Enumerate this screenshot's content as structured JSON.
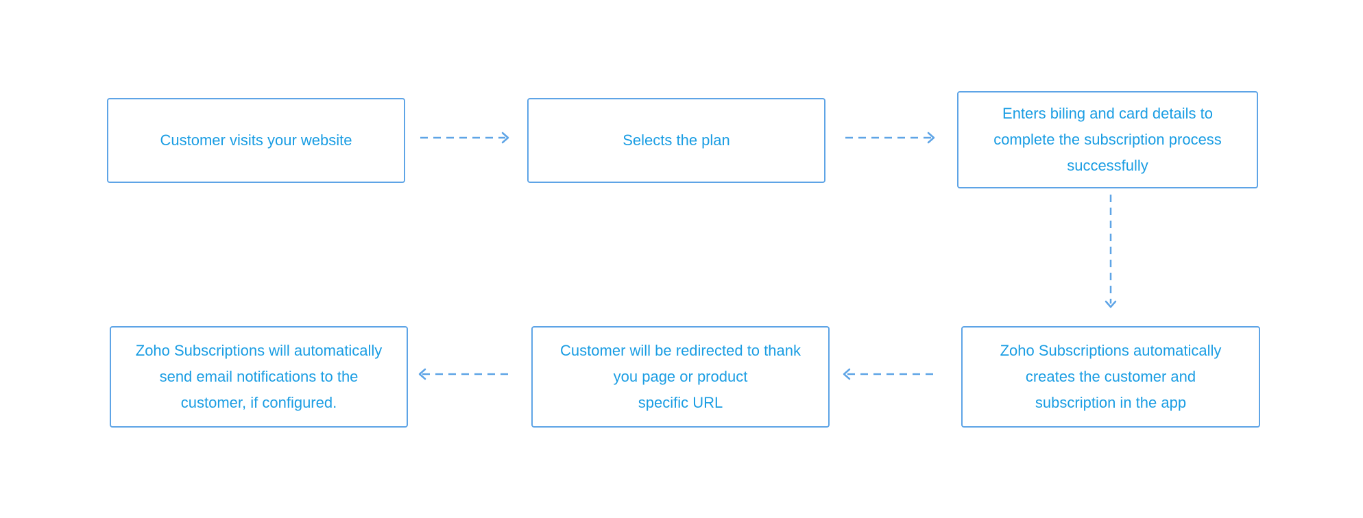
{
  "flow": {
    "steps": [
      {
        "text": "Customer visits your website"
      },
      {
        "text": "Selects the plan"
      },
      {
        "text": "Enters biling and card details to\ncomplete the subscription process\nsuccessfully"
      },
      {
        "text": "Zoho Subscriptions automatically\ncreates the customer and\nsubscription in the app"
      },
      {
        "text": "Customer will be redirected to thank\nyou page or product\nspecific URL"
      },
      {
        "text": "Zoho Subscriptions will automatically\nsend email notifications to the\ncustomer, if configured."
      }
    ]
  },
  "colors": {
    "border": "#5ea4e6",
    "text": "#1a9de3",
    "connector": "#5ea4e6",
    "background": "#ffffff"
  }
}
